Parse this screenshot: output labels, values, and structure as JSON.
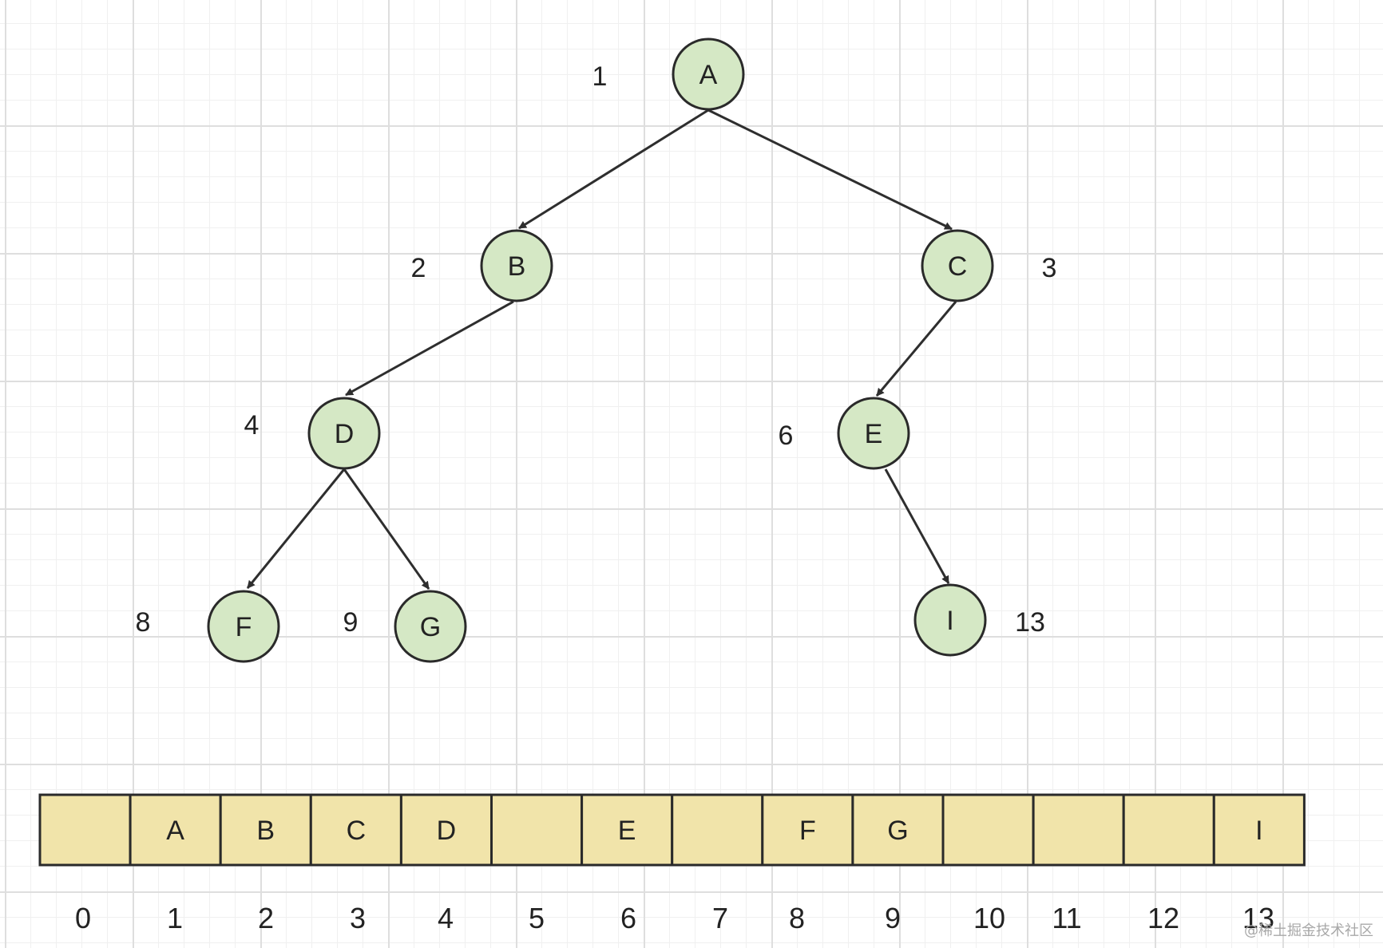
{
  "tree": {
    "nodes": [
      {
        "id": "A",
        "label": "A",
        "index": "1"
      },
      {
        "id": "B",
        "label": "B",
        "index": "2"
      },
      {
        "id": "C",
        "label": "C",
        "index": "3"
      },
      {
        "id": "D",
        "label": "D",
        "index": "4"
      },
      {
        "id": "E",
        "label": "E",
        "index": "6"
      },
      {
        "id": "F",
        "label": "F",
        "index": "8"
      },
      {
        "id": "G",
        "label": "G",
        "index": "9"
      },
      {
        "id": "I",
        "label": "I",
        "index": "13"
      }
    ],
    "edges": [
      {
        "from": "A",
        "to": "B"
      },
      {
        "from": "A",
        "to": "C"
      },
      {
        "from": "B",
        "to": "D"
      },
      {
        "from": "C",
        "to": "E"
      },
      {
        "from": "D",
        "to": "F"
      },
      {
        "from": "D",
        "to": "G"
      },
      {
        "from": "E",
        "to": "I"
      }
    ]
  },
  "array": {
    "cells": [
      "",
      "A",
      "B",
      "C",
      "D",
      "",
      "E",
      "",
      "F",
      "G",
      "",
      "",
      "",
      "I"
    ],
    "indices": [
      "0",
      "1",
      "2",
      "3",
      "4",
      "5",
      "6",
      "7",
      "8",
      "9",
      "10",
      "11",
      "12",
      "13"
    ]
  },
  "colors": {
    "node_fill": "#d5e8c5",
    "cell_fill": "#f1e4aa",
    "stroke": "#2a2a2a"
  },
  "watermark": "@稀土掘金技术社区"
}
